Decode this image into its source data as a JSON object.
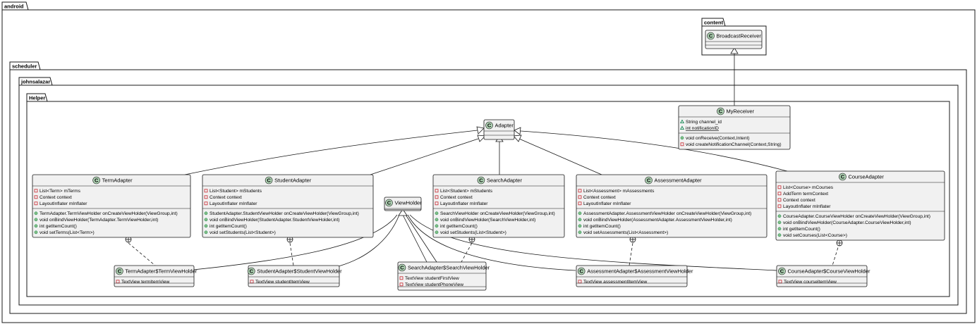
{
  "packages": {
    "android": "android",
    "content": "content",
    "scheduler": "scheduler",
    "johnsalazar": "johnsalazar",
    "helper": "Helper"
  },
  "classes": {
    "broadcast_receiver": {
      "name": "BroadcastReceiver",
      "fields": [],
      "methods": []
    },
    "my_receiver": {
      "name": "MyReceiver",
      "fields": [
        "String channel_id",
        "int notificationID"
      ],
      "methods": [
        "void onReceive(Context,Intent)",
        "void createNotificationChannel(Context,String)"
      ]
    },
    "adapter": {
      "name": "Adapter",
      "fields": [],
      "methods": []
    },
    "view_holder": {
      "name": "ViewHolder",
      "fields": [],
      "methods": []
    },
    "term_adapter": {
      "name": "TermAdapter",
      "fields": [
        "List<Term> mTerms",
        "Context context",
        "LayoutInflater mInflater"
      ],
      "methods": [
        "TermAdapter.TermViewHolder onCreateViewHolder(ViewGroup,int)",
        "void onBindViewHolder(TermAdapter.TermViewHolder,int)",
        "int getItemCount()",
        "void setTerms(List<Term>)"
      ]
    },
    "student_adapter": {
      "name": "StudentAdapter",
      "fields": [
        "List<Student> mStudents",
        "Context context",
        "LayoutInflater mInflater"
      ],
      "methods": [
        "StudentAdapter.StudentViewHolder onCreateViewHolder(ViewGroup,int)",
        "void onBindViewHolder(StudentAdapter.StudentViewHolder,int)",
        "int getItemCount()",
        "void setStudents(List<Student>)"
      ]
    },
    "search_adapter": {
      "name": "SearchAdapter",
      "fields": [
        "List<Student> mStudents",
        "Context context",
        "LayoutInflater mInflater"
      ],
      "methods": [
        "SearchViewHolder onCreateViewHolder(ViewGroup,int)",
        "void onBindViewHolder(SearchViewHolder,int)",
        "int getItemCount()",
        "void setStudents(List<Student>)"
      ]
    },
    "assessment_adapter": {
      "name": "AssessmentAdapter",
      "fields": [
        "List<Assessment> mAssessments",
        "Context context",
        "LayoutInflater mInflater"
      ],
      "methods": [
        "AssessmentAdapter.AssessmentViewHolder onCreateViewHolder(ViewGroup,int)",
        "void onBindViewHolder(AssessmentAdapter.AssessmentViewHolder,int)",
        "int getItemCount()",
        "void setAssessments(List<Assessment>)"
      ]
    },
    "course_adapter": {
      "name": "CourseAdapter",
      "fields": [
        "List<Course> mCourses",
        "AddTerm termContext",
        "Context context",
        "LayoutInflater mInflater"
      ],
      "methods": [
        "CourseAdapter.CourseViewHolder onCreateViewHolder(ViewGroup,int)",
        "void onBindViewHolder(CourseAdapter.CourseViewHolder,int)",
        "int getItemCount()",
        "void setCourses(List<Course>)"
      ]
    },
    "term_view_holder": {
      "name": "TermAdapter$TermViewHolder",
      "fields": [
        "TextView termItemView"
      ],
      "methods": []
    },
    "student_view_holder": {
      "name": "StudentAdapter$StudentViewHolder",
      "fields": [
        "TextView studentItemView"
      ],
      "methods": []
    },
    "search_view_holder": {
      "name": "SearchAdapter$SearchViewHolder",
      "fields": [
        "TextView studentFirstView",
        "TextView studentPhoneView"
      ],
      "methods": []
    },
    "assessment_view_holder": {
      "name": "AssessmentAdapter$AssessmentViewHolder",
      "fields": [
        "TextView assessmentItemView"
      ],
      "methods": []
    },
    "course_view_holder": {
      "name": "CourseAdapter$CourseViewHolder",
      "fields": [
        "TextView courseItemView"
      ],
      "methods": []
    }
  },
  "stereotype_letter": "C",
  "colors": {
    "class_fill": "#f1f1f1",
    "class_border": "#181818",
    "circle_fill": "#add1b2",
    "private_marker": "#c82930",
    "public_marker": "#84be84",
    "package_marker": "#038048",
    "line": "#181818"
  }
}
